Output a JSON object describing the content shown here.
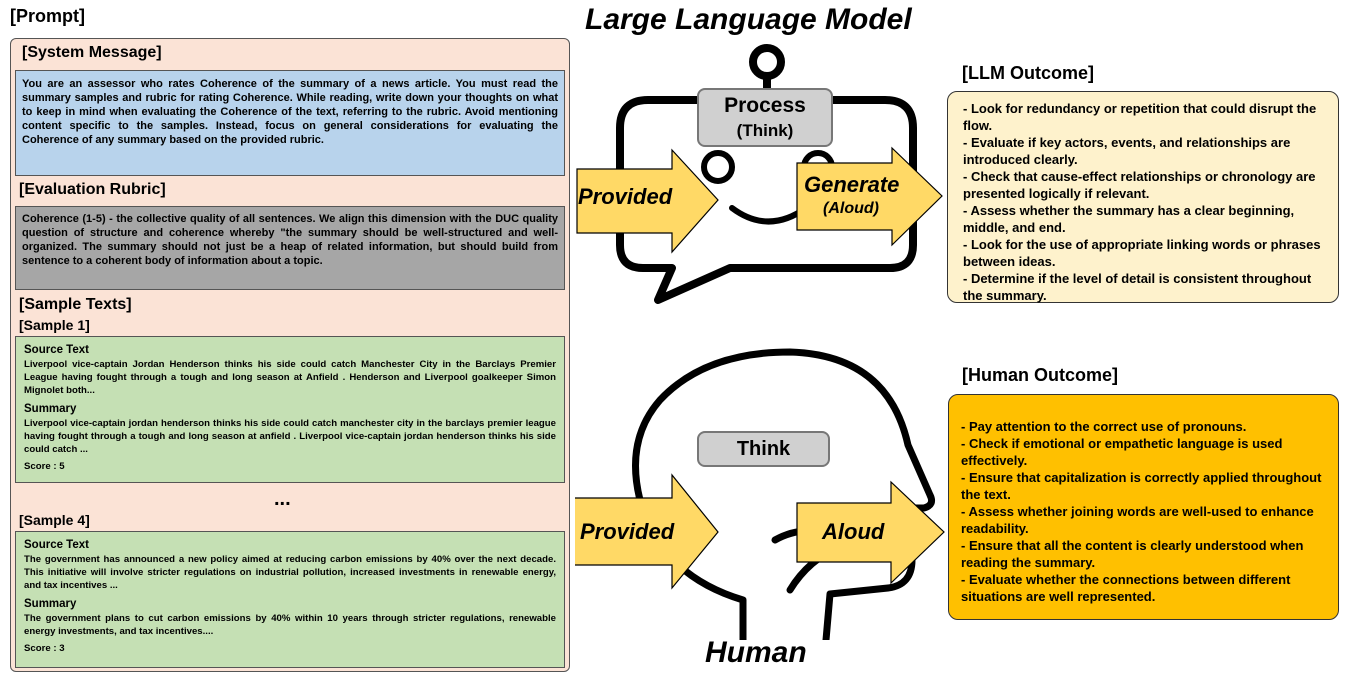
{
  "prompt": {
    "heading": "[Prompt]",
    "system_heading": "[System Message]",
    "system_text": "You are an assessor who rates Coherence of the summary of a news article. You must read the summary samples and rubric for rating Coherence. While reading, write down your thoughts on what to keep in mind when evaluating the Coherence of the text, referring to the rubric. Avoid mentioning content specific to the samples. Instead, focus on general considerations for evaluating the Coherence of any summary based on the provided rubric.",
    "rubric_heading": "[Evaluation Rubric]",
    "rubric_text": "Coherence (1-5) - the collective quality of all sentences. We align this dimension with the DUC quality question of structure and coherence whereby \"the summary should be well-structured and well-organized. The summary should not just be a heap of related information, but should build from sentence to a coherent body of information about a topic.",
    "samples_heading": "[Sample Texts]",
    "ellipsis": "...",
    "samples": [
      {
        "heading": "[Sample 1]",
        "source_label": "Source Text",
        "source_text": "Liverpool vice-captain Jordan Henderson thinks his side could catch Manchester City in the Barclays Premier League having fought through a tough and long season at Anfield . Henderson and Liverpool goalkeeper Simon Mignolet both...",
        "summary_label": "Summary",
        "summary_text": "Liverpool vice-captain jordan henderson thinks his side could catch manchester city in the barclays premier league having fought through a tough and long season at anfield . Liverpool vice-captain jordan henderson thinks his side could catch ...",
        "score_text": "Score :  5"
      },
      {
        "heading": "[Sample 4]",
        "source_label": "Source Text",
        "source_text": "The government has announced a new policy aimed at reducing carbon emissions by 40% over the next decade. This initiative will involve stricter regulations on industrial pollution, increased investments in renewable energy, and tax incentives ...",
        "summary_label": "Summary",
        "summary_text": "The government plans to cut carbon emissions by 40% within 10 years through stricter regulations, renewable energy investments, and tax incentives....",
        "score_text": "Score :  3"
      }
    ]
  },
  "llm": {
    "title": "Large Language Model",
    "process_label": "Process",
    "think_label": "(Think)",
    "provided_label": "Provided",
    "generate_label": "Generate",
    "aloud_label": "(Aloud)",
    "outcome_heading": "[LLM Outcome]",
    "outcome_items": [
      "- Look for redundancy or repetition that could disrupt the flow.",
      "- Evaluate if key actors, events, and relationships are introduced clearly.",
      "- Check that cause-effect relationships or chronology are presented logically if relevant.",
      "- Assess whether the summary has a clear beginning, middle, and end.",
      "- Look for the use of appropriate linking words or phrases between ideas.",
      "- Determine if the level of detail is consistent throughout the summary."
    ]
  },
  "human": {
    "title": "Human",
    "think_label": "Think",
    "provided_label": "Provided",
    "aloud_label": "Aloud",
    "outcome_heading": "[Human Outcome]",
    "outcome_items": [
      "- Pay attention to the correct use of pronouns.",
      "- Check if emotional or empathetic language is used effectively.",
      "- Ensure that capitalization is correctly applied throughout the text.",
      "- Assess whether joining words are well-used to enhance readability.",
      "- Ensure that all the content is clearly understood when reading the summary.",
      "- Evaluate whether the connections between different situations are well represented."
    ]
  },
  "colors": {
    "prompt_bg": "#fbe3d6",
    "system_bg": "#b8d3ec",
    "rubric_bg": "#a6a6a6",
    "sample_bg": "#c5e0b4",
    "llm_outcome_bg": "#fef2cc",
    "human_outcome_bg": "#ffc000",
    "arrow_fill": "#ffd966"
  }
}
